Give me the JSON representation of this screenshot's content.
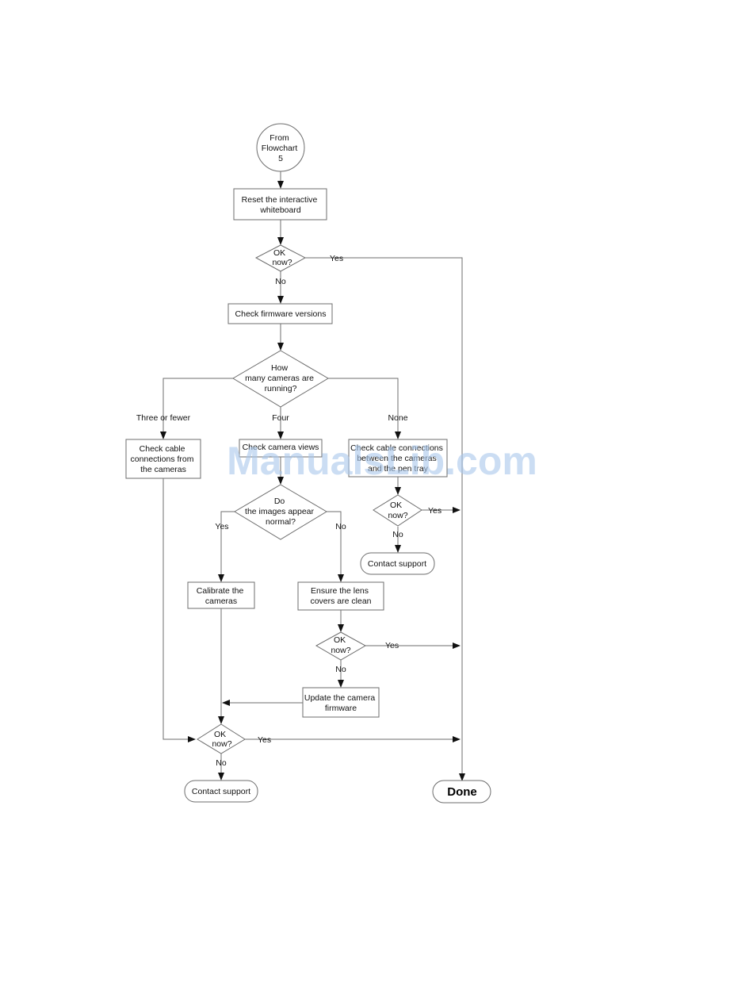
{
  "start": {
    "lines": [
      "From",
      "Flowchart",
      "5"
    ]
  },
  "reset_box": {
    "lines": [
      "Reset the interactive",
      "whiteboard"
    ]
  },
  "decision_ok_1": {
    "lines": [
      "OK",
      "now?"
    ],
    "yes": "Yes",
    "no": "No"
  },
  "firmware_box": {
    "lines": [
      "Check firmware versions"
    ]
  },
  "decision_cameras": {
    "lines": [
      "How",
      "many cameras are",
      "running?"
    ],
    "three_or_fewer": "Three or fewer",
    "four": "Four",
    "none": "None"
  },
  "cable_box_left": {
    "lines": [
      "Check cable",
      "connections from",
      "the cameras"
    ]
  },
  "camera_views_box": {
    "lines": [
      "Check camera views"
    ]
  },
  "cable_box_right": {
    "lines": [
      "Check cable connections",
      "between the cameras",
      "and the pen tray"
    ]
  },
  "decision_ok_right": {
    "lines": [
      "OK",
      "now?"
    ],
    "yes": "Yes",
    "no": "No"
  },
  "contact_right": {
    "label": "Contact support"
  },
  "decision_images": {
    "lines": [
      "Do",
      "the images appear",
      "normal?"
    ],
    "yes": "Yes",
    "no": "No"
  },
  "calibrate_box": {
    "lines": [
      "Calibrate the",
      "cameras"
    ]
  },
  "lens_box": {
    "lines": [
      "Ensure the lens",
      "covers are clean"
    ]
  },
  "decision_ok_lens": {
    "lines": [
      "OK",
      "now?"
    ],
    "yes": "Yes",
    "no": "No"
  },
  "update_box": {
    "lines": [
      "Update the camera",
      "firmware"
    ]
  },
  "decision_ok_final": {
    "lines": [
      "OK",
      "now?"
    ],
    "yes": "Yes",
    "no": "No"
  },
  "contact_bottom": {
    "label": "Contact  support"
  },
  "done": {
    "label": "Done"
  },
  "watermark": {
    "text": "ManualsLib.com"
  },
  "colors": {
    "stroke": "#6d6d6d",
    "text": "#111111",
    "watermark": "#a9c8ec"
  }
}
